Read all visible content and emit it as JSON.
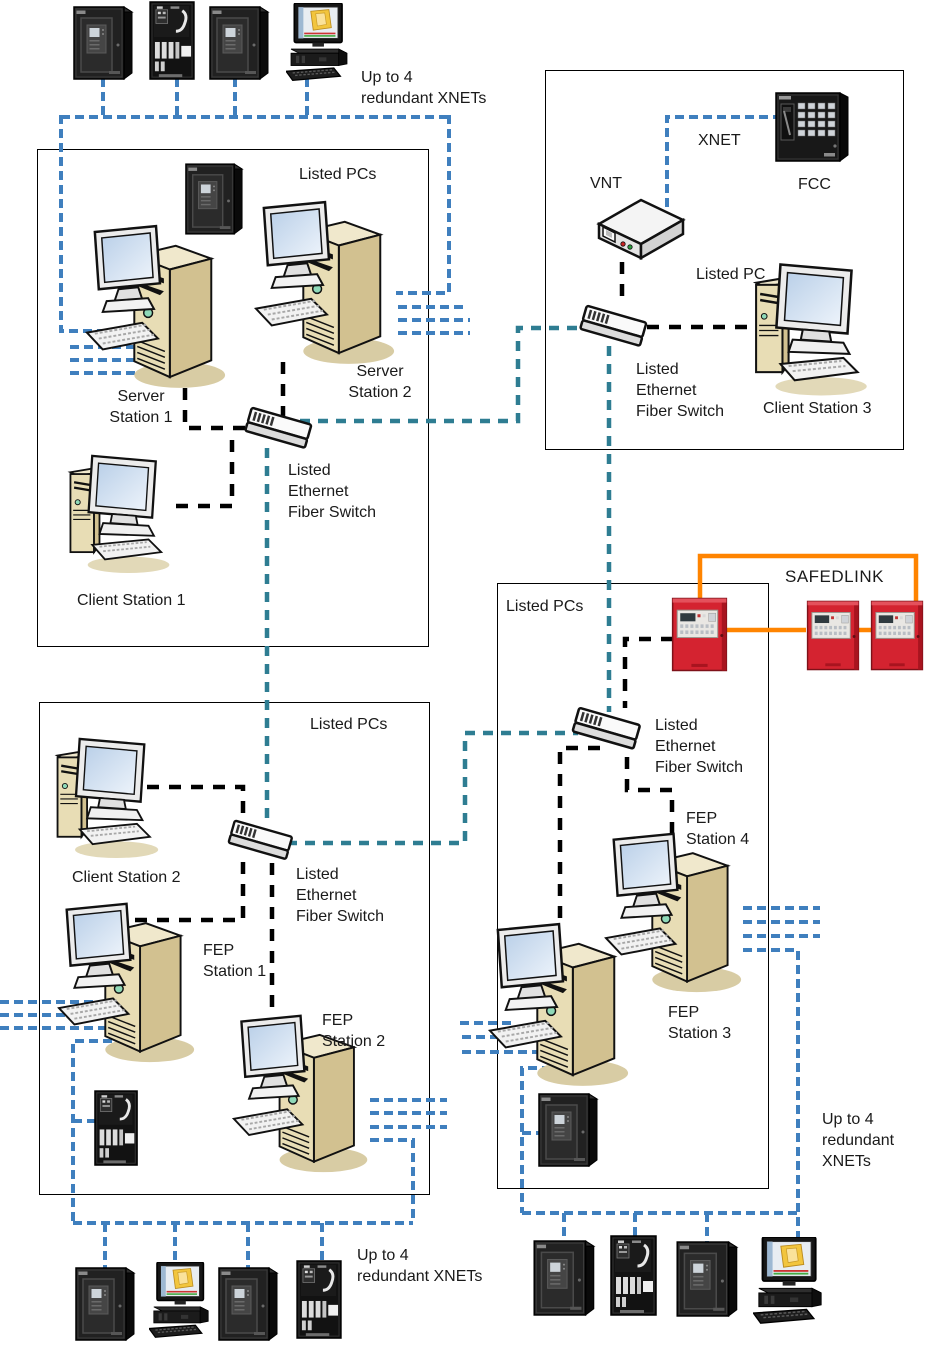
{
  "colors": {
    "xnet_blue": "#3f7fbe",
    "backbone_teal": "#2e7d92",
    "safedlink_orange": "#ff8400",
    "black_line": "#000000"
  },
  "boxes": {
    "top_left_title": "Listed PCs",
    "mid_right_title": "Listed PCs",
    "bottom_left_title": "Listed PCs",
    "top_right_pc_label": "Listed PC"
  },
  "stations": {
    "server1": [
      "Server",
      "Station 1"
    ],
    "server2": [
      "Server",
      "Station 2"
    ],
    "client1": "Client Station 1",
    "client2": "Client Station 2",
    "client3": "Client Station 3",
    "fep1": [
      "FEP",
      "Station 1"
    ],
    "fep2": [
      "FEP",
      "Station 2"
    ],
    "fep3": [
      "FEP",
      "Station 3"
    ],
    "fep4": [
      "FEP",
      "Station 4"
    ]
  },
  "switch_label": [
    "Listed",
    "Ethernet",
    "Fiber Switch"
  ],
  "network": {
    "vnt": "VNT",
    "xnet": "XNET",
    "fcc": "FCC",
    "safedlink": "SAFEDLINK"
  },
  "annotations": {
    "xnets_top": [
      "Up to 4",
      "redundant XNETs"
    ],
    "xnets_bottom_left": [
      "Up to 4",
      "redundant XNETs"
    ],
    "xnets_bottom_right": [
      "Up to 4",
      "redundant",
      "XNETs"
    ]
  }
}
